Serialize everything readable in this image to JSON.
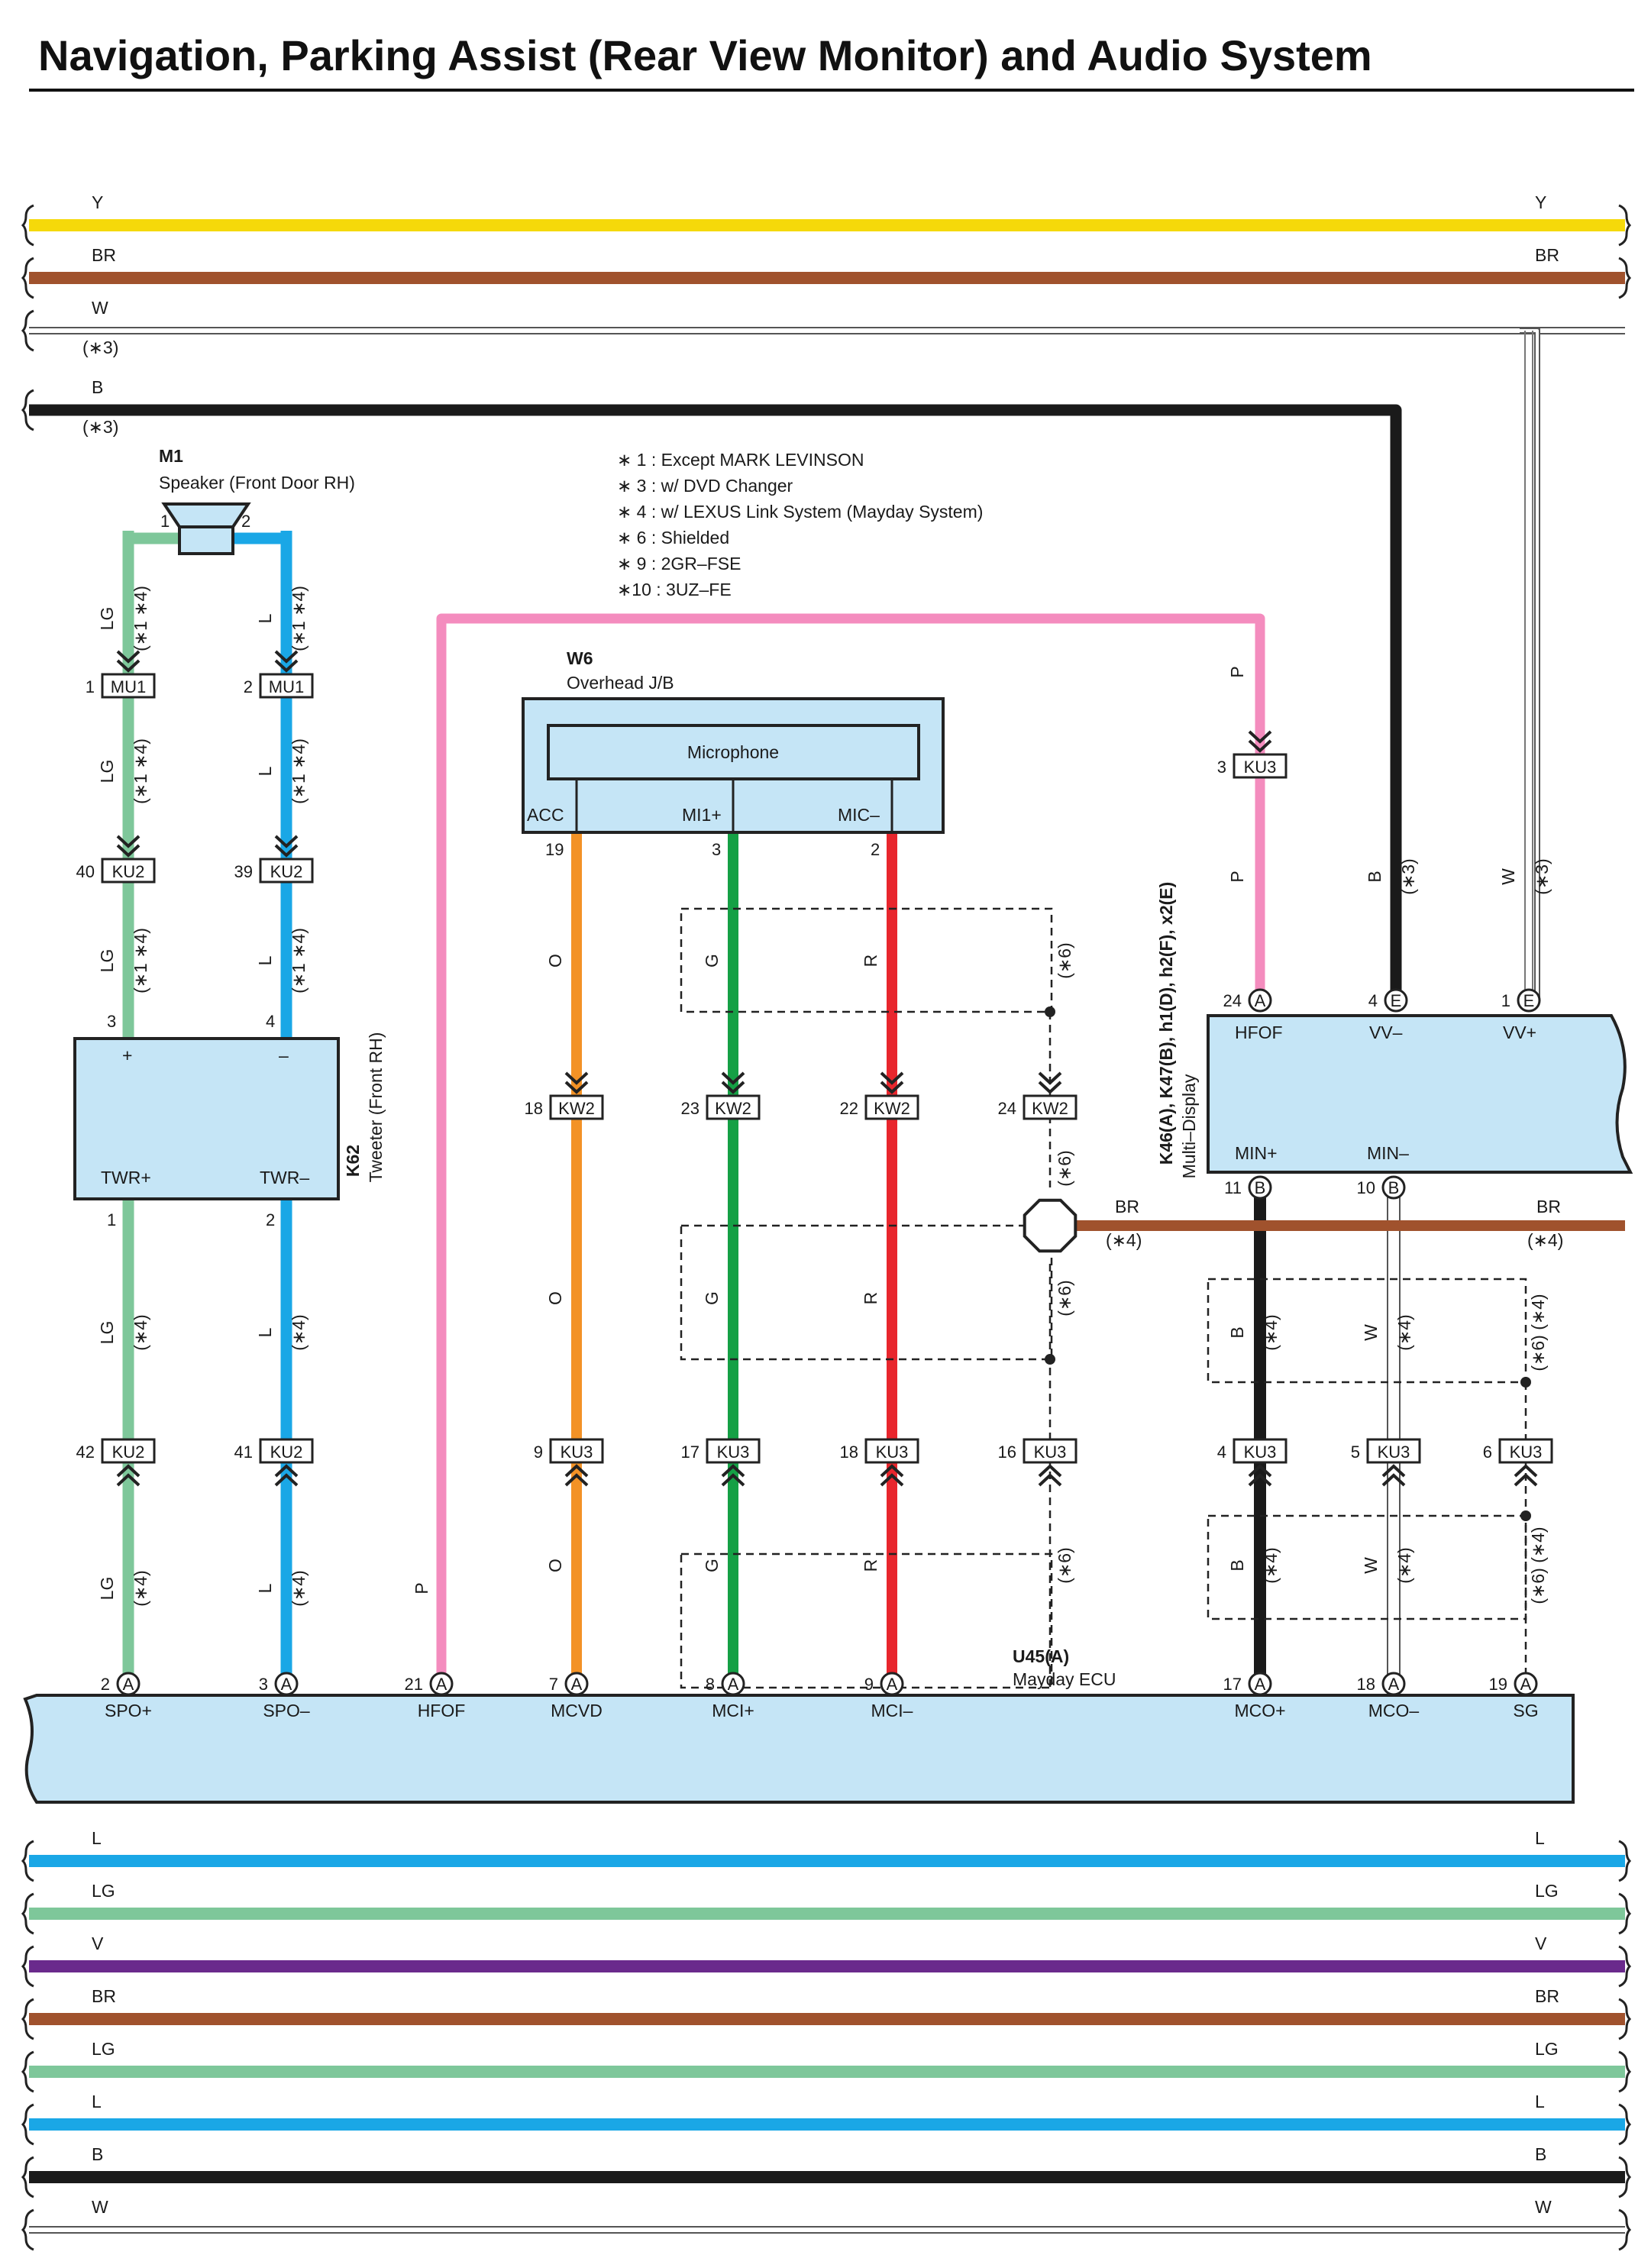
{
  "title": "Navigation, Parking Assist (Rear View Monitor) and Audio System",
  "colors": {
    "Y": "#f5d90a",
    "BR": "#a0522d",
    "W": "#ffffff",
    "B": "#1a1a1a",
    "LG": "#7ec79a",
    "L": "#1aa7e6",
    "P": "#f48cbe",
    "O": "#f39226",
    "G": "#15a045",
    "R": "#e8262d",
    "V": "#6a2a8c",
    "box": "#c5e5f6"
  },
  "top_buses": [
    {
      "code": "Y"
    },
    {
      "code": "BR"
    },
    {
      "code": "W",
      "note": "(∗3)"
    },
    {
      "code": "B",
      "note": "(∗3)"
    }
  ],
  "bottom_buses": [
    {
      "code": "L"
    },
    {
      "code": "LG"
    },
    {
      "code": "V"
    },
    {
      "code": "BR"
    },
    {
      "code": "LG"
    },
    {
      "code": "L"
    },
    {
      "code": "B"
    },
    {
      "code": "W"
    }
  ],
  "notes": [
    "∗ 1 : Except MARK LEVINSON",
    "∗ 3 : w/ DVD Changer",
    "∗ 4 : w/ LEXUS Link System (Mayday System)",
    "∗ 6 : Shielded",
    "∗ 9 : 2GR–FSE",
    "∗10 : 3UZ–FE"
  ],
  "speaker": {
    "code": "M1",
    "name": "Speaker (Front Door RH)",
    "pin1": "1",
    "pin2": "2"
  },
  "tweeter": {
    "code": "K62",
    "name": "Tweeter (Front RH)",
    "plus": "+",
    "minus": "–",
    "pin_in1": "3",
    "pin_in2": "4",
    "t1": "TWR+",
    "t2": "TWR–",
    "pin_out1": "1",
    "pin_out2": "2"
  },
  "overhead": {
    "code": "W6",
    "name": "Overhead J/B",
    "inner": "Microphone",
    "t1": "ACC",
    "t2": "MI1+",
    "t3": "MIC–",
    "p1": "19",
    "p2": "3",
    "p3": "2"
  },
  "display": {
    "code": "K46(A), K47(B), h1(D), h2(F), x2(E)",
    "name": "Multi–Display",
    "t_hfof": "HFOF",
    "t_vvm": "VV–",
    "t_vvp": "VV+",
    "t_minp": "MIN+",
    "t_minm": "MIN–",
    "p_hfof": "24",
    "c_hfof": "A",
    "p_vvm": "4",
    "c_vvm": "E",
    "p_vvp": "1",
    "c_vvp": "E",
    "p_minp": "11",
    "c_minp": "B",
    "p_minm": "10",
    "c_minm": "B"
  },
  "ecu": {
    "code": "U45(A)",
    "name": "Mayday ECU",
    "pins": [
      {
        "num": "2",
        "c": "A",
        "term": "SPO+"
      },
      {
        "num": "3",
        "c": "A",
        "term": "SPO–"
      },
      {
        "num": "21",
        "c": "A",
        "term": "HFOF"
      },
      {
        "num": "7",
        "c": "A",
        "term": "MCVD"
      },
      {
        "num": "8",
        "c": "A",
        "term": "MCI+"
      },
      {
        "num": "9",
        "c": "A",
        "term": "MCI–"
      },
      {
        "num": "17",
        "c": "A",
        "term": "MCO+"
      },
      {
        "num": "18",
        "c": "A",
        "term": "MCO–"
      },
      {
        "num": "19",
        "c": "A",
        "term": "SG"
      }
    ]
  },
  "connectors": [
    {
      "pin": "1",
      "name": "MU1"
    },
    {
      "pin": "2",
      "name": "MU1"
    },
    {
      "pin": "40",
      "name": "KU2"
    },
    {
      "pin": "39",
      "name": "KU2"
    },
    {
      "pin": "3",
      "name": "KU3"
    },
    {
      "pin": "18",
      "name": "KW2"
    },
    {
      "pin": "23",
      "name": "KW2"
    },
    {
      "pin": "22",
      "name": "KW2"
    },
    {
      "pin": "24",
      "name": "KW2"
    },
    {
      "pin": "42",
      "name": "KU2"
    },
    {
      "pin": "41",
      "name": "KU2"
    },
    {
      "pin": "9",
      "name": "KU3"
    },
    {
      "pin": "17",
      "name": "KU3"
    },
    {
      "pin": "18",
      "name": "KU3"
    },
    {
      "pin": "16",
      "name": "KU3"
    },
    {
      "pin": "4",
      "name": "KU3"
    },
    {
      "pin": "5",
      "name": "KU3"
    },
    {
      "pin": "6",
      "name": "KU3"
    }
  ],
  "wire_labels": [
    {
      "code": "LG",
      "note": "(∗1 ∗4)"
    },
    {
      "code": "L",
      "note": "(∗1 ∗4)"
    },
    {
      "code": "LG",
      "note": "(∗1 ∗4)"
    },
    {
      "code": "L",
      "note": "(∗1 ∗4)"
    },
    {
      "code": "LG",
      "note": "(∗1 ∗4)"
    },
    {
      "code": "L",
      "note": "(∗1 ∗4)"
    },
    {
      "code": "LG",
      "note": "(∗4)"
    },
    {
      "code": "L",
      "note": "(∗4)"
    },
    {
      "code": "LG",
      "note": "(∗4)"
    },
    {
      "code": "L",
      "note": "(∗4)"
    },
    {
      "code": "P",
      "note": ""
    },
    {
      "code": "P",
      "note": ""
    },
    {
      "code": "P",
      "note": ""
    },
    {
      "code": "O",
      "note": ""
    },
    {
      "code": "O",
      "note": ""
    },
    {
      "code": "O",
      "note": ""
    },
    {
      "code": "G",
      "note": ""
    },
    {
      "code": "G",
      "note": ""
    },
    {
      "code": "G",
      "note": ""
    },
    {
      "code": "R",
      "note": ""
    },
    {
      "code": "R",
      "note": ""
    },
    {
      "code": "R",
      "note": ""
    },
    {
      "code": "",
      "note": "(∗6)"
    },
    {
      "code": "",
      "note": "(∗6)"
    },
    {
      "code": "",
      "note": "(∗6)"
    },
    {
      "code": "",
      "note": "(∗6)"
    },
    {
      "code": "B",
      "note": "(∗3)"
    },
    {
      "code": "W",
      "note": "(∗3)"
    },
    {
      "code": "B",
      "note": "(∗4)"
    },
    {
      "code": "W",
      "note": "(∗4)"
    },
    {
      "code": "",
      "note": "(∗6) (∗4)"
    },
    {
      "code": "B",
      "note": "(∗4)"
    },
    {
      "code": "W",
      "note": "(∗4)"
    },
    {
      "code": "",
      "note": "(∗6) (∗4)"
    }
  ],
  "br_branch": {
    "code": "BR",
    "note": "(∗4)"
  }
}
